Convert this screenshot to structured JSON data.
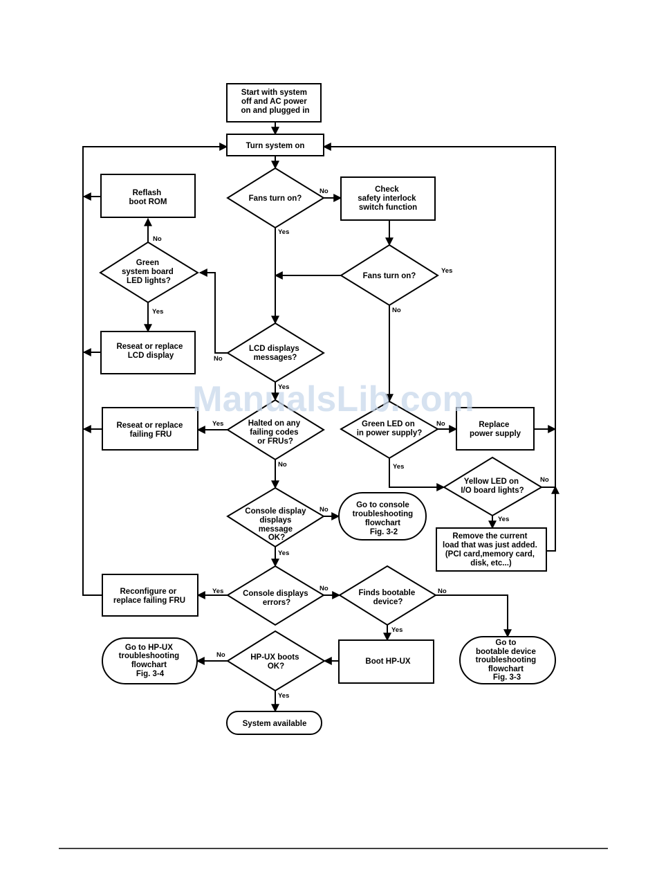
{
  "watermark": "ManualsLib.com",
  "nodes": {
    "start": [
      "Start with system",
      "off and AC power",
      "on and plugged in"
    ],
    "turn_on": [
      "Turn system on"
    ],
    "fans1": [
      "Fans turn on?"
    ],
    "check_interlock": [
      "Check",
      "safety interlock",
      "switch function"
    ],
    "fans2": [
      "Fans turn on?"
    ],
    "reflash": [
      "Reflash",
      "boot ROM"
    ],
    "green_sys_led": [
      "Green",
      "system board",
      "LED lights?"
    ],
    "reseat_lcd": [
      "Reseat or replace",
      "LCD display"
    ],
    "lcd_msg": [
      "LCD displays",
      "messages?"
    ],
    "reseat_fru": [
      "Reseat or replace",
      "failing FRU"
    ],
    "halted": [
      "Halted on any",
      "failing codes",
      "or FRUs?"
    ],
    "green_psu": [
      "Green LED on",
      "in power supply?"
    ],
    "replace_psu": [
      "Replace",
      "power supply"
    ],
    "yellow_led": [
      "Yellow LED on",
      "I/O board lights?"
    ],
    "remove_load": [
      "Remove the current",
      "load that was just added.",
      "(PCI card,memory card,",
      "disk, etc...)"
    ],
    "console_ok": [
      "Console display",
      "displays",
      "message",
      "OK?"
    ],
    "goto_console": [
      "Go to console",
      "troubleshooting",
      "flowchart",
      "Fig. 3-2"
    ],
    "reconfigure": [
      "Reconfigure or",
      "replace failing FRU"
    ],
    "console_errors": [
      "Console displays",
      "errors?"
    ],
    "finds_boot": [
      "Finds bootable",
      "device?"
    ],
    "goto_bootable": [
      "Go to",
      "bootable device",
      "troubleshooting",
      "flowchart",
      "Fig. 3-3"
    ],
    "goto_hpux": [
      "Go to HP-UX",
      "troubleshooting",
      "flowchart",
      "Fig. 3-4"
    ],
    "hpux_boots": [
      "HP-UX boots",
      "OK?"
    ],
    "boot_hpux": [
      "Boot HP-UX"
    ],
    "available": [
      "System available"
    ]
  },
  "edge_labels": {
    "fans1_no": "No",
    "fans1_yes": "Yes",
    "fans2_yes": "Yes",
    "fans2_no": "No",
    "green_sys_no": "No",
    "green_sys_yes": "Yes",
    "lcd_no": "No",
    "lcd_yes": "Yes",
    "halted_yes": "Yes",
    "halted_no": "No",
    "psu_no": "No",
    "psu_yes": "Yes",
    "yellow_no": "No",
    "yellow_yes": "Yes",
    "console_ok_no": "No",
    "console_ok_yes": "Yes",
    "errors_yes": "Yes",
    "errors_no": "No",
    "boot_no": "No",
    "boot_yes": "Yes",
    "hpux_no": "No",
    "hpux_yes": "Yes"
  }
}
